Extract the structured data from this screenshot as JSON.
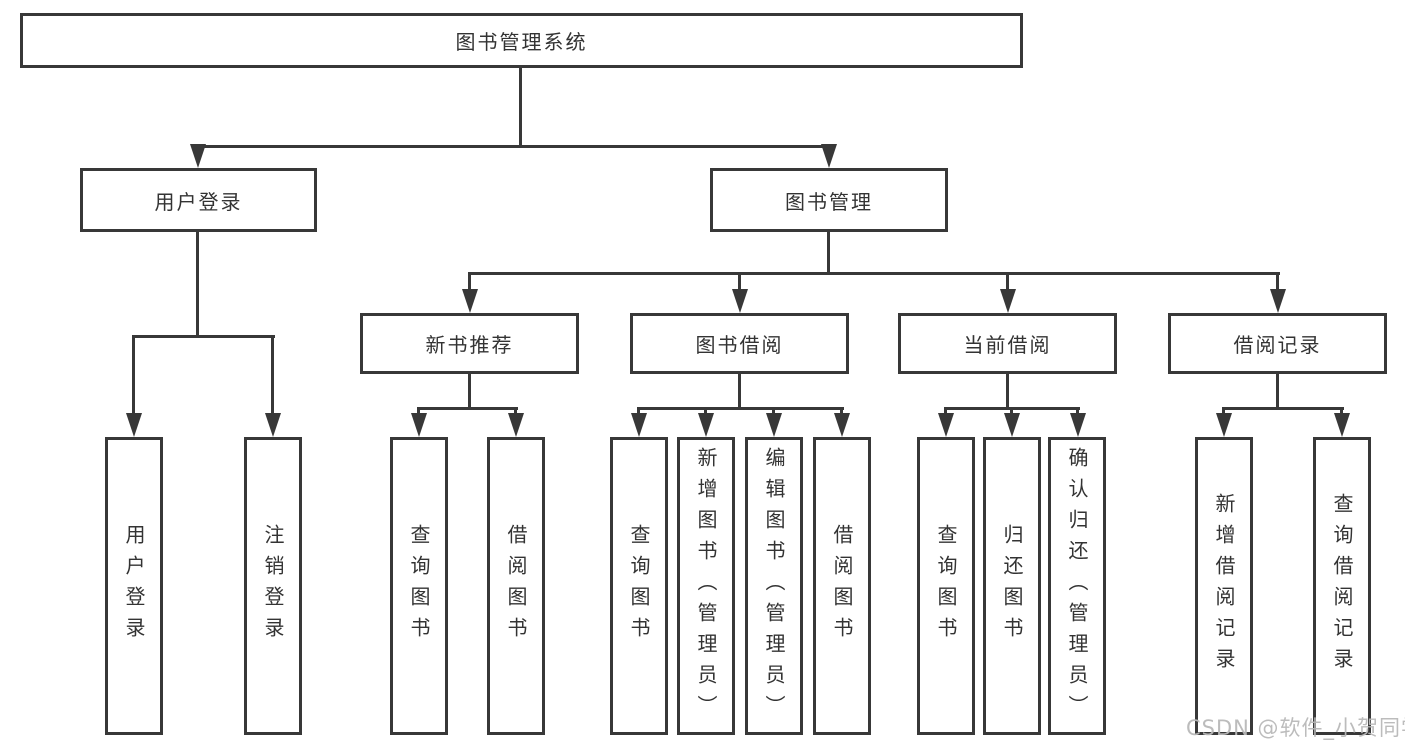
{
  "watermark": {
    "text": "CSDN @软件_小贺同学",
    "color": "#b8b8b8"
  },
  "colors": {
    "line": "#383838",
    "text": "#333333",
    "background": "#ffffff"
  },
  "tree": {
    "root": {
      "label": "图书管理系统"
    },
    "login": {
      "label": "用户登录",
      "children": [
        {
          "label": "用户登录"
        },
        {
          "label": "注销登录"
        }
      ]
    },
    "mgmt": {
      "label": "图书管理",
      "groups": [
        {
          "label": "新书推荐",
          "children": [
            {
              "label": "查询图书"
            },
            {
              "label": "借阅图书"
            }
          ]
        },
        {
          "label": "图书借阅",
          "children": [
            {
              "label": "查询图书"
            },
            {
              "label": "新增图书（管理员）"
            },
            {
              "label": "编辑图书（管理员）"
            },
            {
              "label": "借阅图书"
            }
          ]
        },
        {
          "label": "当前借阅",
          "children": [
            {
              "label": "查询图书"
            },
            {
              "label": "归还图书"
            },
            {
              "label": "确认归还（管理员）"
            }
          ]
        },
        {
          "label": "借阅记录",
          "children": [
            {
              "label": "新增借阅记录"
            },
            {
              "label": "查询借阅记录"
            }
          ]
        }
      ]
    }
  }
}
